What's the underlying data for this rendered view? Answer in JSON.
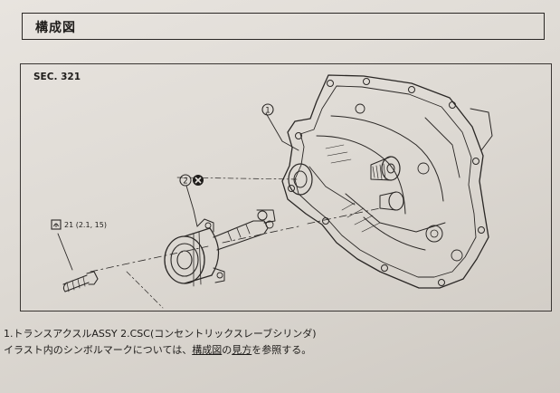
{
  "header": {
    "title": "構成図"
  },
  "figure": {
    "section_label": "SEC. 321",
    "callouts": [
      {
        "number": "1"
      },
      {
        "number": "2"
      }
    ],
    "torque_value": "21 (2.1, 15)",
    "icons": {
      "callout_2_symbol": "do-not-reuse-cross-icon",
      "torque_symbol": "torque-wrench-icon"
    }
  },
  "captions": {
    "line1": "1.トランスアクスルASSY 2.CSC(コンセントリックスレーブシリンダ)",
    "line2_parts": [
      "イラスト内のシンボルマークについては、",
      "構成図",
      "の",
      "見方",
      "を参照する。"
    ]
  }
}
